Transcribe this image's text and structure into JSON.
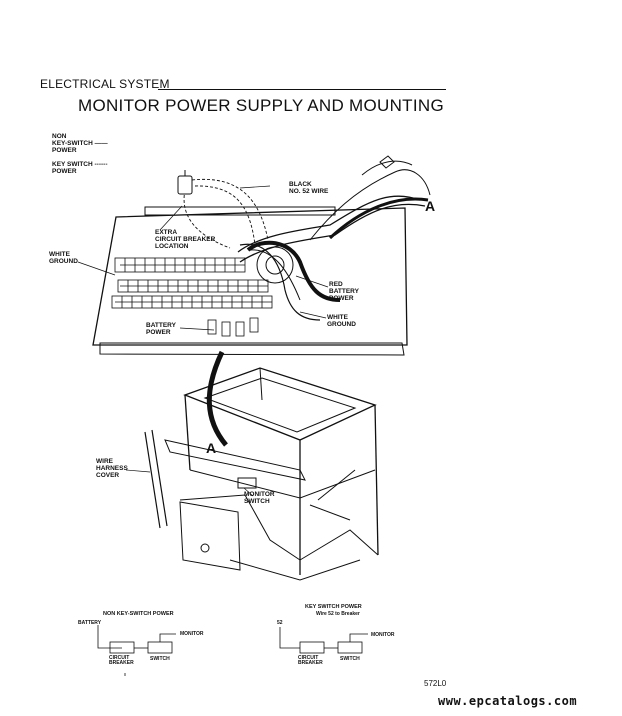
{
  "header": {
    "section": "ELECTRICAL SYSTEM",
    "title": "MONITOR POWER SUPPLY AND MOUNTING"
  },
  "legend": {
    "non_key_switch": "NON\nKEY-SWITCH ——\nPOWER",
    "key_switch": "KEY SWITCH ------\nPOWER"
  },
  "labels": {
    "black_wire": "BLACK\nNO. 52 WIRE",
    "extra_breaker": "EXTRA\nCIRCUIT BREAKER\nLOCATION",
    "white_ground_left": "WHITE\nGROUND",
    "red_battery": "RED\nBATTERY\nPOWER",
    "white_ground_right": "WHITE\nGROUND",
    "battery_power": "BATTERY\nPOWER",
    "wire_harness": "WIRE\nHARNESS\nCOVER",
    "monitor_switch": "MONITOR\nSWITCH",
    "callout_a_top": "A",
    "callout_a_bottom": "A"
  },
  "schematic_left": {
    "title": "NON KEY-SWITCH POWER",
    "battery": "BATTERY",
    "monitor": "MONITOR",
    "breaker": "CIRCUIT\nBREAKER",
    "switch": "SWITCH"
  },
  "schematic_right": {
    "title": "KEY SWITCH POWER",
    "subtitle": "Wire 52 to Breaker",
    "wire": "52",
    "monitor": "MONITOR",
    "breaker": "CIRCUIT\nBREAKER",
    "switch": "SWITCH"
  },
  "figure_code": "572L0",
  "watermark": "www.epcatalogs.com"
}
